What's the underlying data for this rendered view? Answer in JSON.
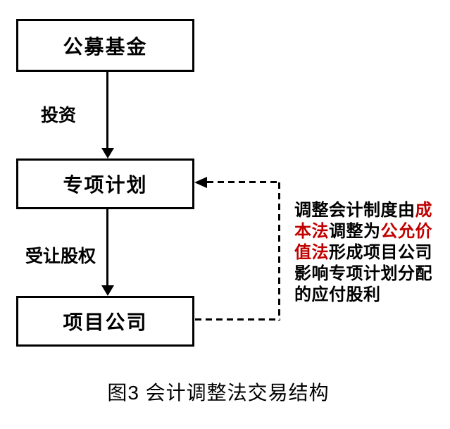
{
  "diagram": {
    "caption": "图3 会计调整法交易结构",
    "nodes": [
      {
        "id": "public-fund",
        "label": "公募基金"
      },
      {
        "id": "special-plan",
        "label": "专项计划"
      },
      {
        "id": "project-company",
        "label": "项目公司"
      }
    ],
    "edges": [
      {
        "from": "public-fund",
        "to": "special-plan",
        "label": "投资",
        "style": "solid-arrow"
      },
      {
        "from": "special-plan",
        "to": "project-company",
        "label": "受让股权",
        "style": "solid-arrow"
      },
      {
        "from": "project-company",
        "to": "special-plan",
        "label": "",
        "style": "dashed-arrow"
      }
    ],
    "annotation": {
      "lines": [
        {
          "segments": [
            {
              "text": "调整会计制度由",
              "color": "#000000"
            },
            {
              "text": "成",
              "color": "#C00000"
            }
          ]
        },
        {
          "segments": [
            {
              "text": "本法",
              "color": "#C00000"
            },
            {
              "text": "调整为",
              "color": "#000000"
            },
            {
              "text": "公允价",
              "color": "#C00000"
            }
          ]
        },
        {
          "segments": [
            {
              "text": "值法",
              "color": "#C00000"
            },
            {
              "text": "形成项目公司",
              "color": "#000000"
            }
          ]
        },
        {
          "segments": [
            {
              "text": "影响专项计划分配",
              "color": "#000000"
            }
          ]
        },
        {
          "segments": [
            {
              "text": "的应付股利",
              "color": "#000000"
            }
          ]
        }
      ]
    }
  },
  "colors": {
    "line": "#000000",
    "text": "#000000",
    "highlight": "#C00000",
    "background": "#FFFFFF"
  }
}
